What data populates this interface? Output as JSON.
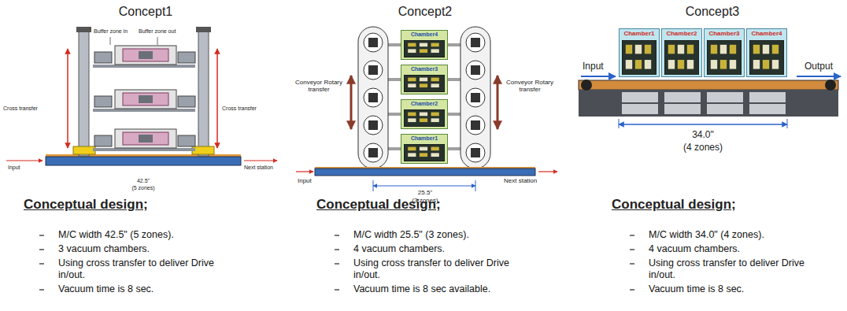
{
  "diagram": {
    "nodes": [
      {
        "text": [
          "Chamber4"
        ]
      },
      {
        "text": [
          "Chamber3"
        ]
      },
      {
        "text": [
          "Chamber2"
        ]
      },
      {
        "text": [
          "Chamber1"
        ]
      },
      {
        "text": [
          "Chamber1"
        ]
      },
      {
        "text": [
          "Chamber2"
        ]
      },
      {
        "text": [
          "Chamber3"
        ]
      },
      {
        "text": [
          "Chamber4"
        ]
      }
    ],
    "labels": [
      "Concept1",
      "Buffer zone in",
      "Buffer zone out",
      "Cross transfer",
      "Cross transfer",
      "Input",
      "Next station",
      "42.5\"",
      "(5 zones)",
      "Conceptual design;",
      "M/C width 42.5\" (5 zones).",
      "3 vacuum chambers.",
      "Using cross transfer to deliver Drive in/out.",
      "Vacuum time is 8 sec.",
      "Concept2",
      "Conveyor Rotary transfer",
      "Conveyor Rotary transfer",
      "Input",
      "Next station",
      "25.5\"",
      "(3 zones)",
      "Conceptual design;",
      "M/C width 25.5\" (3 zones).",
      "4 vacuum chambers.",
      "Using cross transfer to deliver Drive in/out.",
      "Vacuum time is 8 sec available.",
      "Concept3",
      "Input",
      "Output",
      "34.0\"",
      "(4 zones)",
      "Conceptual design;",
      "M/C width 34.0\" (4 zones).",
      "4 vacuum chambers.",
      "Using cross transfer to deliver Drive in/out.",
      "Vacuum time is 8 sec."
    ]
  }
}
